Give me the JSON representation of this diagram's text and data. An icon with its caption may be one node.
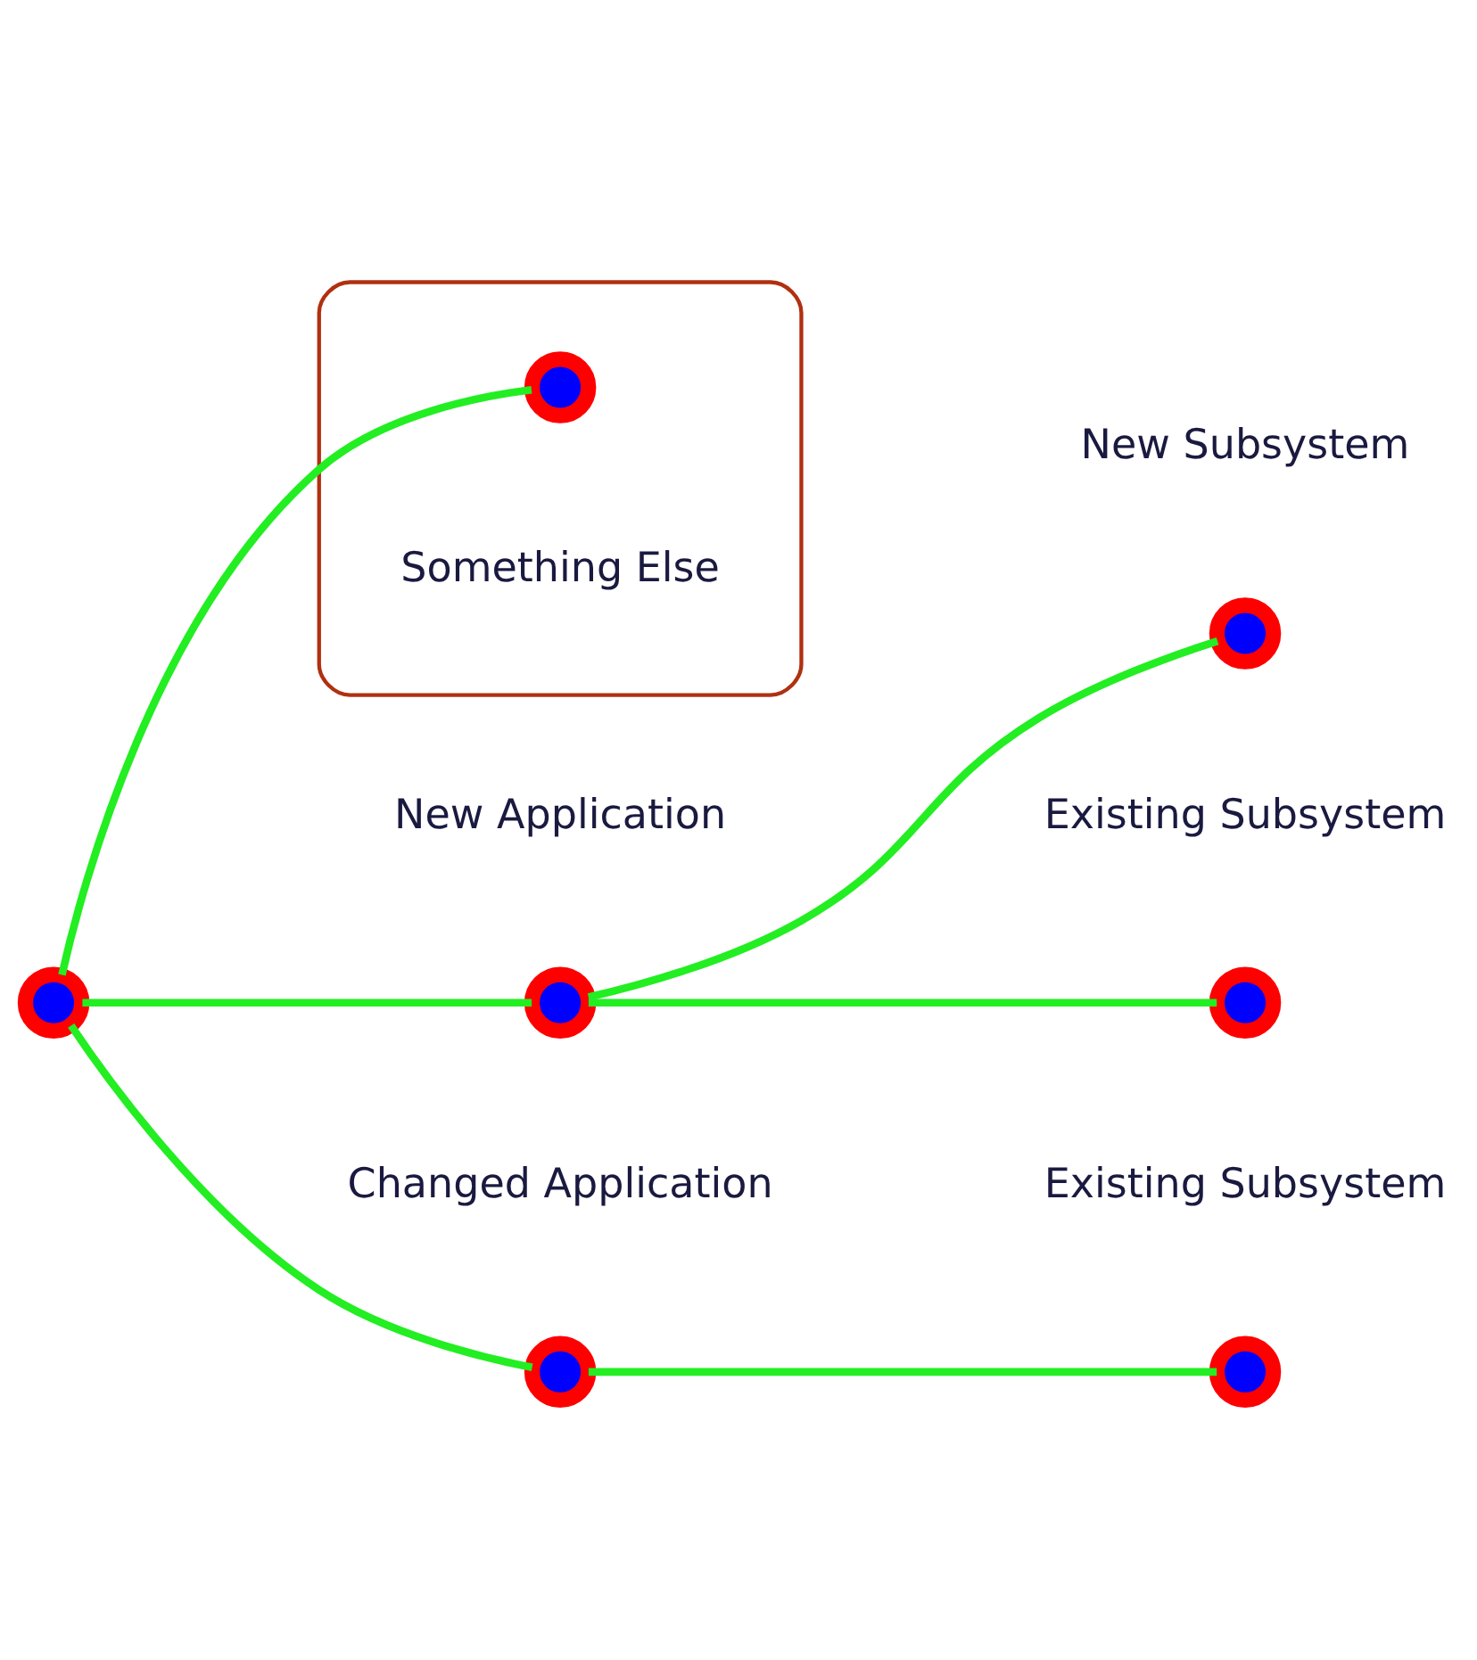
{
  "diagram": {
    "nodes": [
      {
        "text": [],
        "shape": "circle"
      },
      {
        "text": [],
        "shape": "circle",
        "beside": [
          "New Application"
        ]
      },
      {
        "text": [],
        "shape": "circle",
        "beside": [
          "New Subsystem"
        ]
      },
      {
        "text": [],
        "shape": "circle",
        "beside": [
          "Existing Subsystem"
        ]
      },
      {
        "text": [],
        "shape": "circle",
        "beside": [
          "Changed Application"
        ]
      },
      {
        "text": [],
        "shape": "circle",
        "beside": [
          "Existing Subsystem"
        ]
      },
      {
        "text": [],
        "shape": "ellipse"
      },
      {
        "text": [],
        "shape": "circle",
        "beside": [
          "Something Else"
        ],
        "in": 6
      }
    ],
    "edges": [
      {
        "from": 0,
        "to": 1,
        "arrow": "none"
      },
      {
        "from": 1,
        "to": 2,
        "arrow": "none"
      },
      {
        "from": 1,
        "to": 3,
        "arrow": "none"
      },
      {
        "from": 0,
        "to": 4,
        "arrow": "none"
      },
      {
        "from": 4,
        "to": 5,
        "arrow": "none"
      },
      {
        "from": 0,
        "to": 7,
        "arrow": "none"
      }
    ]
  }
}
